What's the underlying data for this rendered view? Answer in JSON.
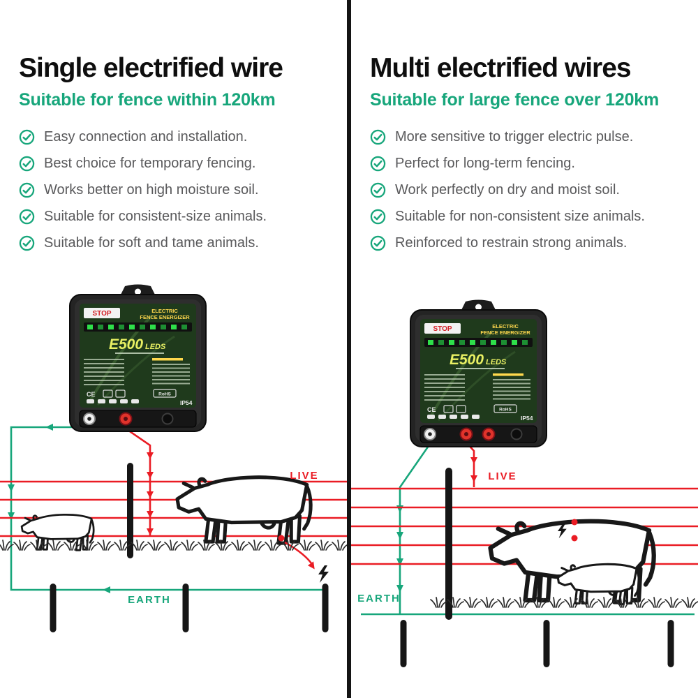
{
  "colors": {
    "teal": "#17a67b",
    "red": "#ea1c24",
    "ink": "#141414",
    "text_gray": "#59595b",
    "device_panel_green": "#1f3a1c"
  },
  "left": {
    "title": "Single electrified wire",
    "subtitle": "Suitable for fence within 120km",
    "items": [
      "Easy connection and installation.",
      "Best choice for temporary fencing.",
      "Works better on high moisture soil.",
      "Suitable for consistent-size animals.",
      "Suitable for soft and tame animals."
    ],
    "labels": {
      "live": "LIVE",
      "earth": "EARTH"
    }
  },
  "right": {
    "title": "Multi electrified wires",
    "subtitle": "Suitable for large fence over 120km",
    "items": [
      "More sensitive to trigger electric pulse.",
      "Perfect for long-term fencing.",
      "Work perfectly on dry and moist soil.",
      "Suitable for non-consistent size animals.",
      "Reinforced to restrain strong animals."
    ],
    "labels": {
      "live": "LIVE",
      "earth": "EARTH"
    }
  },
  "device": {
    "brand": "STOP",
    "type_line1": "ELECTRIC",
    "type_line2": "FENCE ENERGIZER",
    "model": "E500",
    "model_suffix": "LEDS",
    "marks": {
      "ce": "CE",
      "rohs": "RoHS",
      "ip": "IP54"
    }
  }
}
